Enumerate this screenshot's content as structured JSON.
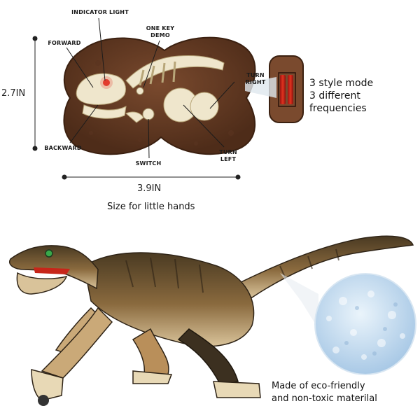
{
  "labels": {
    "indicator_light": "INDICATOR LIGHT",
    "one_key_demo": "ONE KEY\nDEMO",
    "forward": "FORWARD",
    "turn_right": "TURN\nRIGHT",
    "backward": "BACKWARD",
    "switch": "SWITCH",
    "turn_left": "TURN\nLEFT"
  },
  "dimensions": {
    "height": "2.7IN",
    "width": "3.9IN"
  },
  "caption": "Size for little hands",
  "side_info": {
    "line1": "3 style mode",
    "line2": "3 different frequencies"
  },
  "eco": {
    "line1": "Made of eco-friendly",
    "line2": "and non-toxic materilal"
  },
  "colors": {
    "remote_brown": "#6b3f26",
    "bone": "#efe6cc",
    "indicator_red": "#e23b2e",
    "texture_blue": "#bcd8ef"
  }
}
